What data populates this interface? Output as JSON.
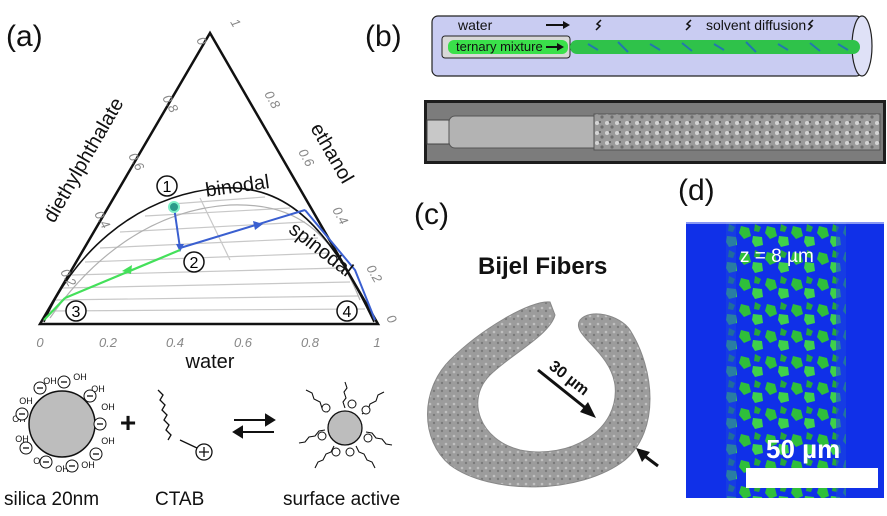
{
  "panels": {
    "a": {
      "label": "(a)",
      "axes": {
        "left": "diethylphthalate",
        "right": "ethanol",
        "bottom": "water"
      },
      "ticks": {
        "bottom": [
          "0",
          "0.2",
          "0.4",
          "0.6",
          "0.8",
          "1"
        ],
        "left": [
          "0.2",
          "0.4",
          "0.6",
          "0.8"
        ],
        "right": [
          "0.2",
          "0.4",
          "0.6",
          "0.8"
        ],
        "top_left": "0",
        "top_right": "1"
      },
      "curve_labels": {
        "binodal": "binodal",
        "spinodal": "spinodal"
      },
      "points": [
        "1",
        "2",
        "3",
        "4"
      ],
      "legend": {
        "silica": "silica 20nm",
        "ctab": "CTAB",
        "surface_active": "surface active",
        "plus": "+",
        "oh": "OH",
        "minus": "−",
        "plus_charge": "+"
      }
    },
    "b": {
      "label": "(b)",
      "water": "water",
      "ternary": "ternary mixture",
      "diffusion": "solvent diffusion"
    },
    "c": {
      "label": "(c)",
      "title": "Bijel Fibers",
      "scale": "30 µm"
    },
    "d": {
      "label": "(d)",
      "z": "z = 8 µm",
      "scale": "50 µm"
    }
  },
  "colors": {
    "blue_path": "#3a5fd0",
    "green_path": "#44e05a",
    "confocal_blue": "#1030e8",
    "confocal_green": "#30c040",
    "capillary_fill": "#c9ccf2"
  }
}
